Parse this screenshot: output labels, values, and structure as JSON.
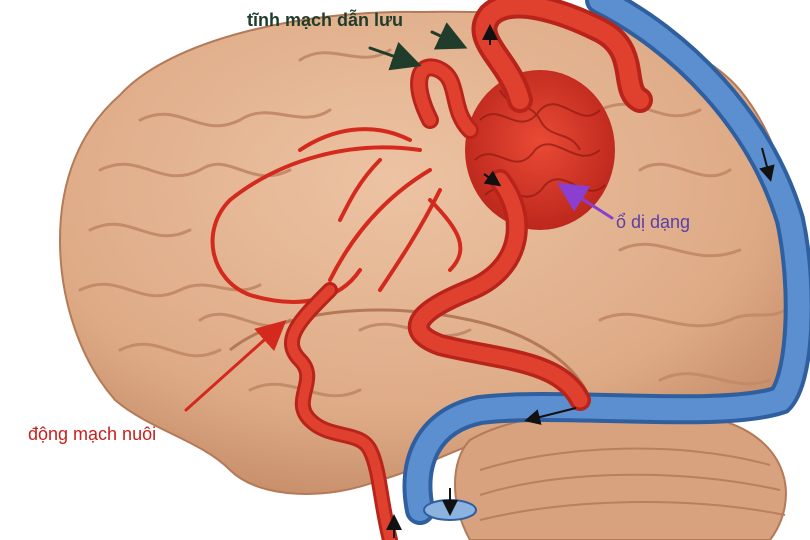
{
  "labels": {
    "draining_vein": "tĩnh mạch dẫn lưu",
    "nidus": "ổ dị dạng",
    "feeding_artery": "động mạch nuôi"
  },
  "colors": {
    "draining_vein_label": "#1f3d2a",
    "nidus_label": "#5a3fa8",
    "nidus_pointer": "#8a3fd0",
    "feeding_artery_label": "#c8201c",
    "feeding_artery_pointer": "#d42a1e",
    "brain": "#e3b393",
    "brain_shadow": "#c88f6c",
    "artery": "#e0412f",
    "artery_dark": "#b8241a",
    "vein": "#5b8fd0",
    "vein_dark": "#2f5f9e",
    "cerebellum": "#d8a27f"
  },
  "icons": [
    "flow-arrow-icon"
  ]
}
